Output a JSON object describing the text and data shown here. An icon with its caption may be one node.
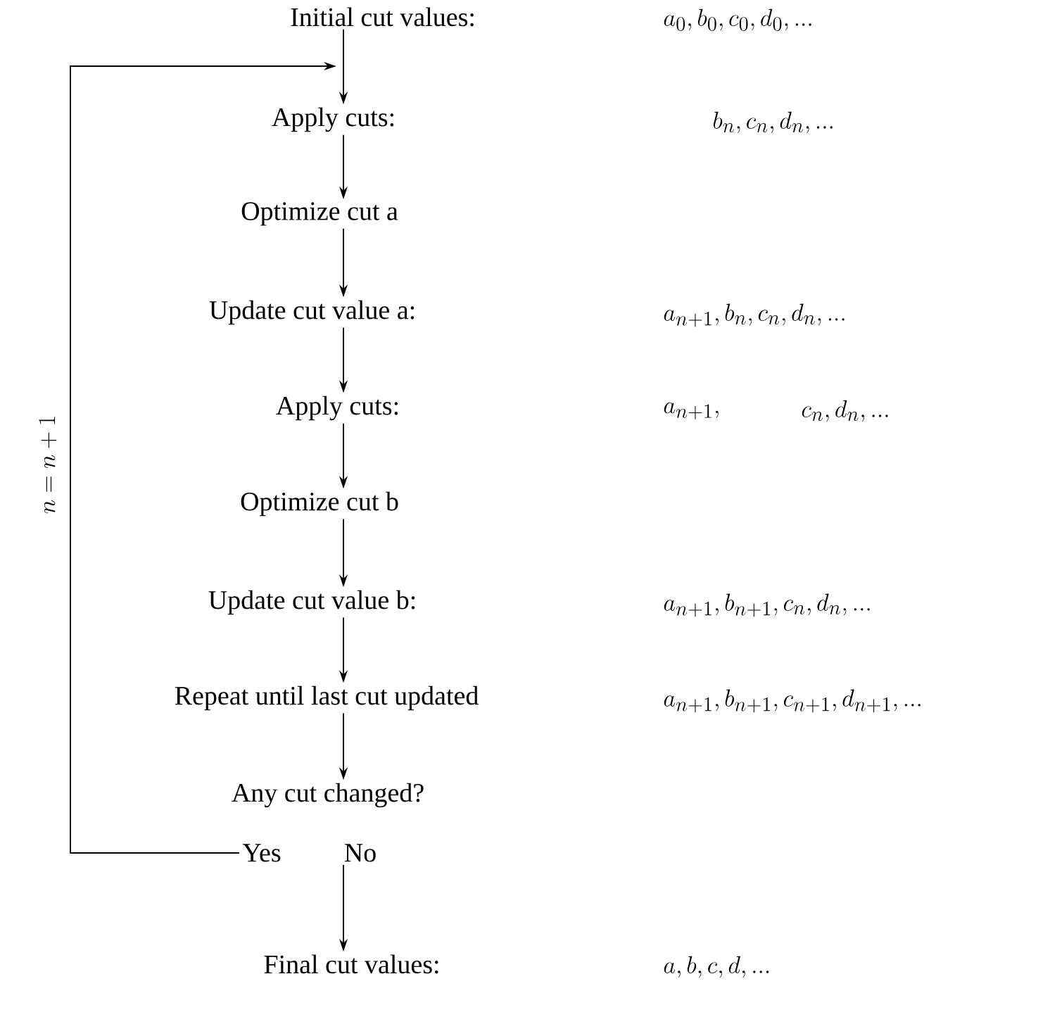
{
  "diagram": {
    "nodes": [
      {
        "text": [
          "Initial cut values:"
        ]
      },
      {
        "text": [
          "Apply cuts:"
        ]
      },
      {
        "text": [
          "Optimize cut a"
        ]
      },
      {
        "text": [
          "Update cut value a:"
        ]
      },
      {
        "text": [
          "Apply cuts:"
        ]
      },
      {
        "text": [
          "Optimize cut b"
        ]
      },
      {
        "text": [
          "Update cut value b:"
        ]
      },
      {
        "text": [
          "Repeat until last cut updated"
        ]
      },
      {
        "text": [
          "Any cut changed?"
        ]
      },
      {
        "text": [
          "Yes"
        ]
      },
      {
        "text": [
          "No"
        ]
      },
      {
        "text": [
          "Final cut values:"
        ]
      }
    ],
    "edges": [
      {
        "from": 0,
        "to": 1,
        "arrow": "to"
      },
      {
        "from": 1,
        "to": 2,
        "arrow": "to"
      },
      {
        "from": 2,
        "to": 3,
        "arrow": "to"
      },
      {
        "from": 3,
        "to": 4,
        "arrow": "to"
      },
      {
        "from": 4,
        "to": 5,
        "arrow": "to"
      },
      {
        "from": 5,
        "to": 6,
        "arrow": "to"
      },
      {
        "from": 6,
        "to": 7,
        "arrow": "to"
      },
      {
        "from": 7,
        "to": 8,
        "arrow": "to"
      },
      {
        "from": 9,
        "to": 1,
        "arrow": "to",
        "label": "n = n + 1"
      },
      {
        "from": 10,
        "to": 11,
        "arrow": "to"
      }
    ],
    "labels": [
      "a_0, b_0, c_0, d_0, ...",
      "b_n, c_n, d_n, ...",
      "a_{n+1}, b_n, c_n, d_n, ...",
      "a_{n+1},",
      "c_n, d_n, ...",
      "a_{n+1}, b_{n+1}, c_n, d_n, ...",
      "a_{n+1}, b_{n+1}, c_{n+1}, d_{n+1}, ...",
      "a, b, c, d, ..."
    ]
  }
}
